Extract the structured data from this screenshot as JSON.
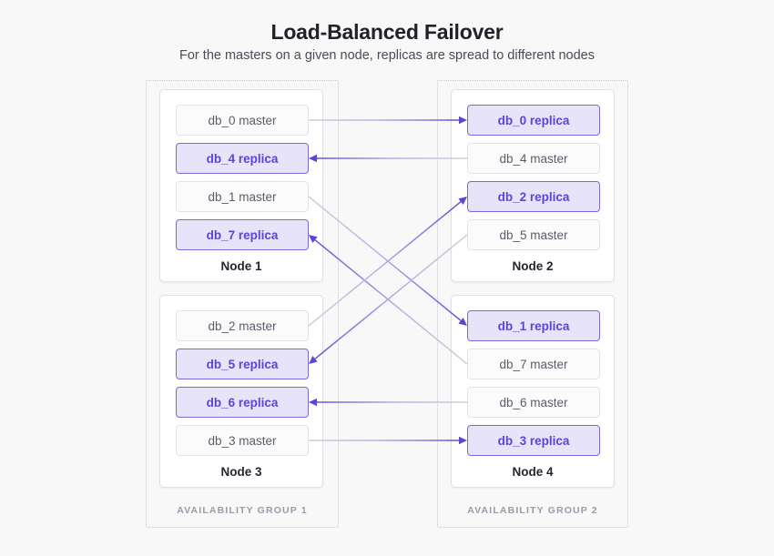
{
  "header": {
    "title": "Load-Balanced Failover",
    "subtitle": "For the masters on a given node, replicas are spread to different nodes"
  },
  "colors": {
    "background": "#f8f8f9",
    "replica_fill": "#e7e3f9",
    "replica_border": "#7b69e0",
    "replica_text": "#5b45d6",
    "master_fill": "#fbfbfc",
    "master_border": "#e2e2e8",
    "master_text": "#5c5c6b",
    "arrow_purple": "#5b45d6",
    "arrow_gray": "#cfcfd8",
    "group_border": "#c9c9d2",
    "group_label": "#9a9aad",
    "title_text": "#212129",
    "subtitle_text": "#4b4b58"
  },
  "availability_groups": [
    {
      "id": "ag1",
      "label": "AVAILABILITY GROUP 1"
    },
    {
      "id": "ag2",
      "label": "AVAILABILITY GROUP 2"
    }
  ],
  "nodes": [
    {
      "id": "node1",
      "label": "Node 1",
      "group": "ag1",
      "entries": [
        {
          "id": "n1-db0",
          "label": "db_0 master",
          "db": "db_0",
          "role": "master"
        },
        {
          "id": "n1-db4",
          "label": "db_4 replica",
          "db": "db_4",
          "role": "replica"
        },
        {
          "id": "n1-db1",
          "label": "db_1 master",
          "db": "db_1",
          "role": "master"
        },
        {
          "id": "n1-db7",
          "label": "db_7 replica",
          "db": "db_7",
          "role": "replica"
        }
      ]
    },
    {
      "id": "node2",
      "label": "Node 2",
      "group": "ag2",
      "entries": [
        {
          "id": "n2-db0",
          "label": "db_0 replica",
          "db": "db_0",
          "role": "replica"
        },
        {
          "id": "n2-db4",
          "label": "db_4 master",
          "db": "db_4",
          "role": "master"
        },
        {
          "id": "n2-db2",
          "label": "db_2 replica",
          "db": "db_2",
          "role": "replica"
        },
        {
          "id": "n2-db5",
          "label": "db_5 master",
          "db": "db_5",
          "role": "master"
        }
      ]
    },
    {
      "id": "node3",
      "label": "Node 3",
      "group": "ag1",
      "entries": [
        {
          "id": "n3-db2",
          "label": "db_2 master",
          "db": "db_2",
          "role": "master"
        },
        {
          "id": "n3-db5",
          "label": "db_5 replica",
          "db": "db_5",
          "role": "replica"
        },
        {
          "id": "n3-db6",
          "label": "db_6 replica",
          "db": "db_6",
          "role": "replica"
        },
        {
          "id": "n3-db3",
          "label": "db_3 master",
          "db": "db_3",
          "role": "master"
        }
      ]
    },
    {
      "id": "node4",
      "label": "Node 4",
      "group": "ag2",
      "entries": [
        {
          "id": "n4-db1",
          "label": "db_1 replica",
          "db": "db_1",
          "role": "replica"
        },
        {
          "id": "n4-db7",
          "label": "db_7 master",
          "db": "db_7",
          "role": "master"
        },
        {
          "id": "n4-db6",
          "label": "db_6 master",
          "db": "db_6",
          "role": "master"
        },
        {
          "id": "n4-db3",
          "label": "db_3 replica",
          "db": "db_3",
          "role": "replica"
        }
      ]
    }
  ],
  "replication_links": [
    {
      "db": "db_0",
      "from": "n1-db0",
      "to": "n2-db0",
      "kind": "horizontal"
    },
    {
      "db": "db_4",
      "from": "n2-db4",
      "to": "n1-db4",
      "kind": "horizontal"
    },
    {
      "db": "db_1",
      "from": "n1-db1",
      "to": "n4-db1",
      "kind": "diagonal"
    },
    {
      "db": "db_7",
      "from": "n4-db7",
      "to": "n1-db7",
      "kind": "diagonal"
    },
    {
      "db": "db_2",
      "from": "n3-db2",
      "to": "n2-db2",
      "kind": "diagonal"
    },
    {
      "db": "db_5",
      "from": "n2-db5",
      "to": "n3-db5",
      "kind": "diagonal"
    },
    {
      "db": "db_6",
      "from": "n4-db6",
      "to": "n3-db6",
      "kind": "horizontal"
    },
    {
      "db": "db_3",
      "from": "n3-db3",
      "to": "n4-db3",
      "kind": "horizontal"
    }
  ]
}
